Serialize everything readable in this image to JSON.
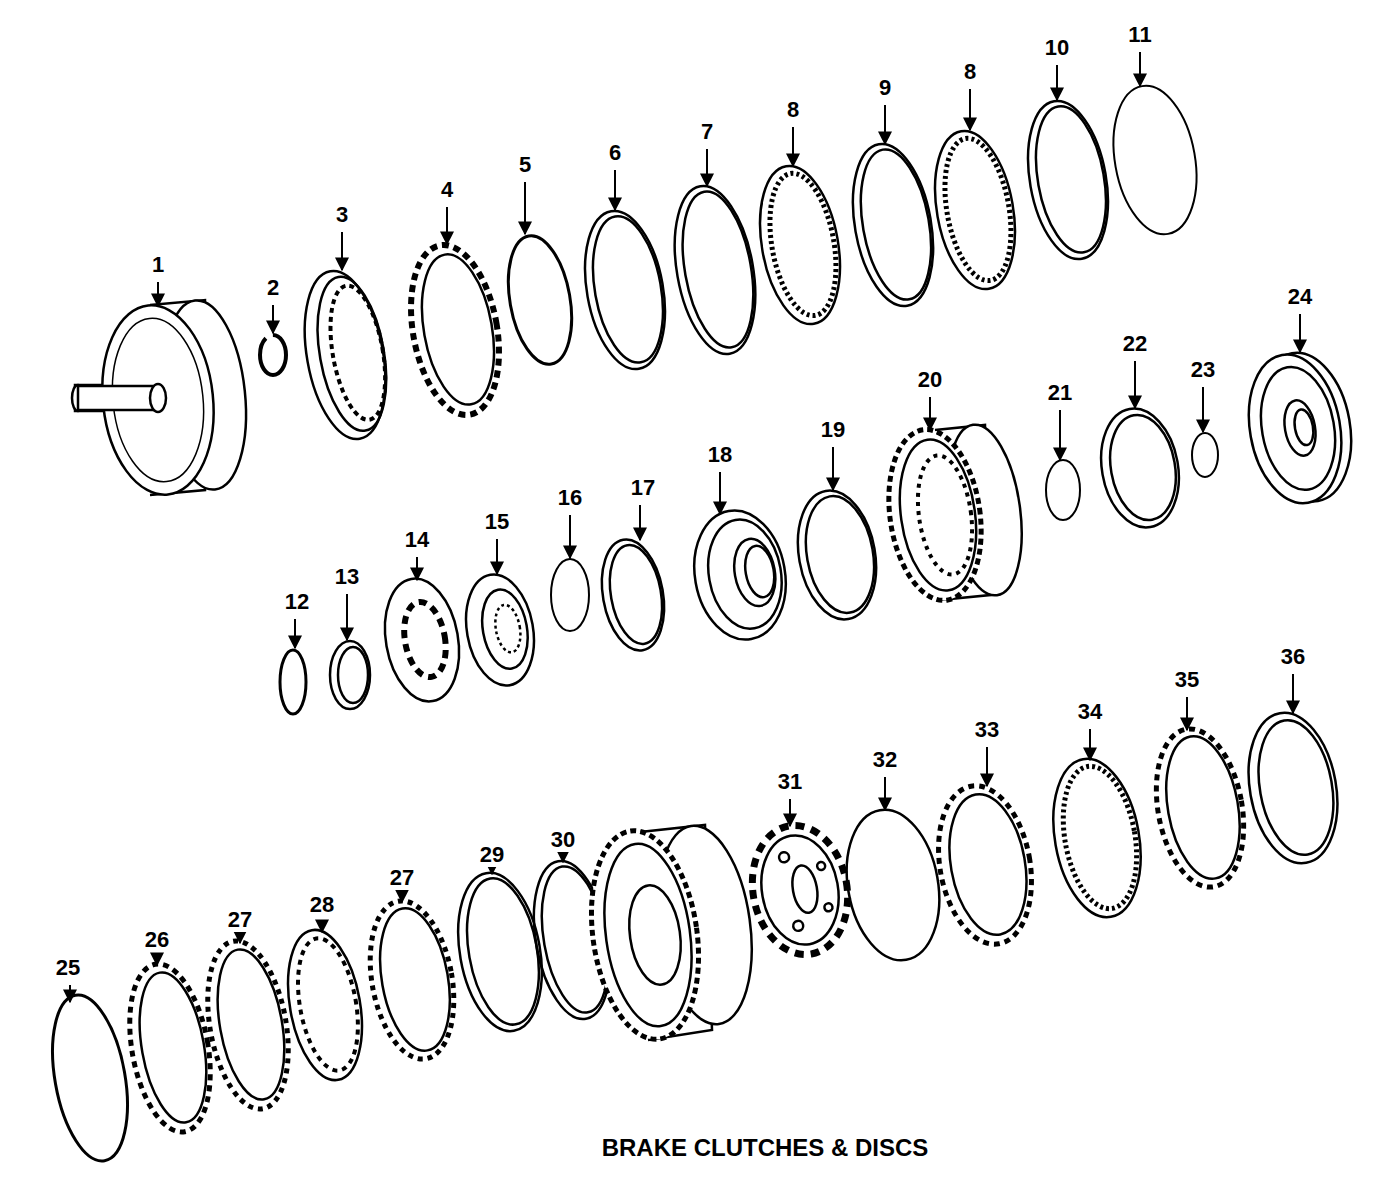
{
  "diagram": {
    "caption": "BRAKE CLUTCHES & DISCS",
    "labels": [
      "1",
      "2",
      "3",
      "4",
      "5",
      "6",
      "7",
      "8",
      "9",
      "8",
      "10",
      "11",
      "12",
      "13",
      "14",
      "15",
      "16",
      "17",
      "18",
      "19",
      "20",
      "21",
      "22",
      "23",
      "24",
      "25",
      "26",
      "27",
      "28",
      "27",
      "29",
      "30",
      "31",
      "32",
      "33",
      "34",
      "35",
      "36"
    ]
  }
}
